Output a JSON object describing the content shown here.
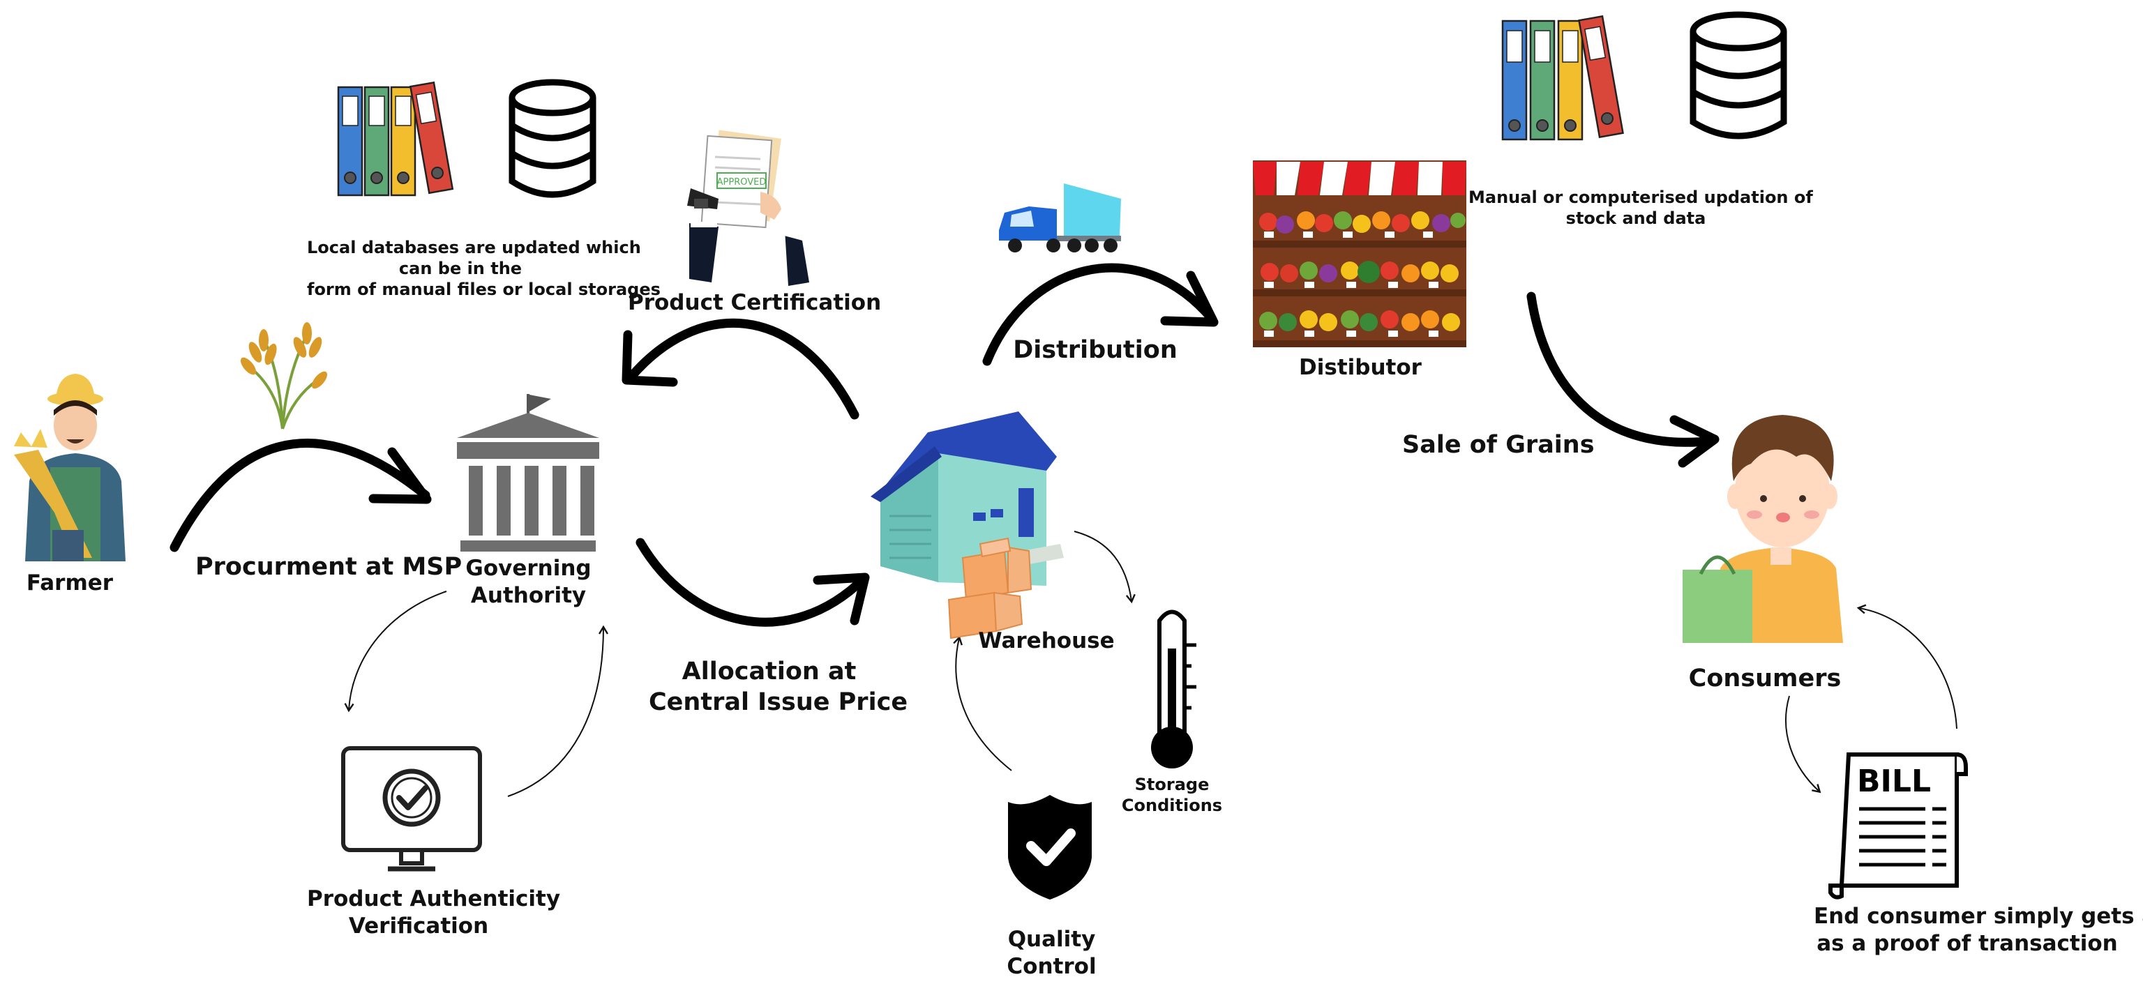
{
  "labels": {
    "farmer": "Farmer",
    "procurement": "Procurment at MSP",
    "governing_line1": "Governing",
    "governing_line2": "Authority",
    "local_db_line1": "Local databases are updated which",
    "local_db_line2": "can be in the",
    "local_db_line3": "form of manual files or local storages",
    "product_certification": "Product Certification",
    "allocation_line1": "Allocation at",
    "allocation_line2": "Central Issue Price",
    "product_auth_line1": "Product Authenticity",
    "product_auth_line2": "Verification",
    "warehouse": "Warehouse",
    "storage_line1": "Storage",
    "storage_line2": "Conditions",
    "quality_line1": "Quality",
    "quality_line2": "Control",
    "distribution": "Distribution",
    "distributor": "Distibutor",
    "manual_line1": "Manual or computerised updation of",
    "manual_line2": "stock and data",
    "sale": "Sale of Grains",
    "consumers": "Consumers",
    "bill_text": "BILL",
    "bill_line1": "End consumer simply gets a bill",
    "bill_line2": "as a proof of transaction",
    "approved_stamp": "APPROVED"
  },
  "icons": [
    "farmer-icon",
    "wheat-icon",
    "government-building-icon",
    "binders-icon",
    "database-icon",
    "certificate-icon",
    "monitor-check-icon",
    "truck-icon",
    "warehouse-icon",
    "thermometer-icon",
    "shield-check-icon",
    "market-stall-icon",
    "consumer-icon",
    "bill-icon"
  ],
  "colors": {
    "arrow": "#000000",
    "binder_blue": "#3f7fd1",
    "binder_green": "#5fa877",
    "binder_yellow": "#f2be2e",
    "binder_red": "#d9473b",
    "warehouse_roof": "#2948b8",
    "warehouse_wall": "#8fd9cf",
    "box": "#f5a565",
    "truck_cab": "#1e66d6",
    "truck_trailer": "#5ed6ee",
    "awning_red": "#e21c23",
    "shelf_wood": "#7a3b1c",
    "skin": "#ffd9c0",
    "hair": "#6b3f22",
    "shirt": "#f8b54a",
    "bag": "#8ccc7e",
    "building_grey": "#6e6e6e"
  }
}
